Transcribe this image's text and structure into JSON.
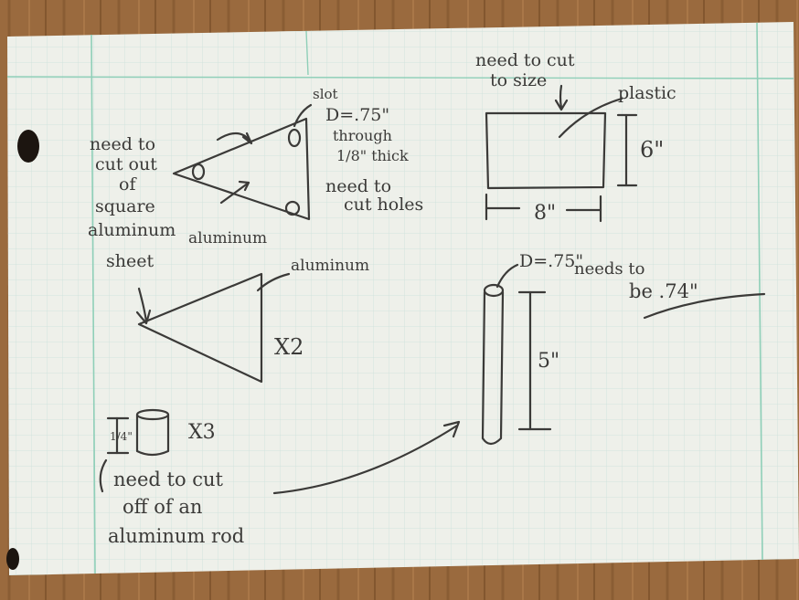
{
  "colors": {
    "table_wood": "#9a6a3e",
    "paper": "#eef0ea",
    "grid_line": "#c9dfd8",
    "margin_line": "#8fcfb8",
    "pencil": "#3b3a38"
  },
  "notes": {
    "triangle_top": {
      "need_to_cut_out_of_square_aluminum_sheet": [
        "need to",
        "cut out",
        "of",
        "square",
        "aluminum",
        "sheet"
      ],
      "slot": "slot",
      "diameter": "D=.75\"",
      "through": "through",
      "thickness": "1/8\" thick",
      "need_to_cut_holes": [
        "need to",
        "cut holes"
      ],
      "aluminum": "aluminum"
    },
    "plastic": {
      "need_to_cut_to_size": [
        "need to cut",
        "to size"
      ],
      "label": "plastic",
      "height": "6\"",
      "width": "8\""
    },
    "triangle_bottom": {
      "aluminum": "aluminum",
      "multiplier": "X2"
    },
    "rod": {
      "diameter": "D=.75\"",
      "needs_to_be": [
        "needs to",
        "be .74\""
      ],
      "length": "5\""
    },
    "spacers": {
      "height": "1/4\"",
      "multiplier": "X3",
      "need_to_cut_off_of_an_aluminum_rod": [
        "need to cut",
        "off of an",
        "aluminum rod"
      ]
    }
  }
}
